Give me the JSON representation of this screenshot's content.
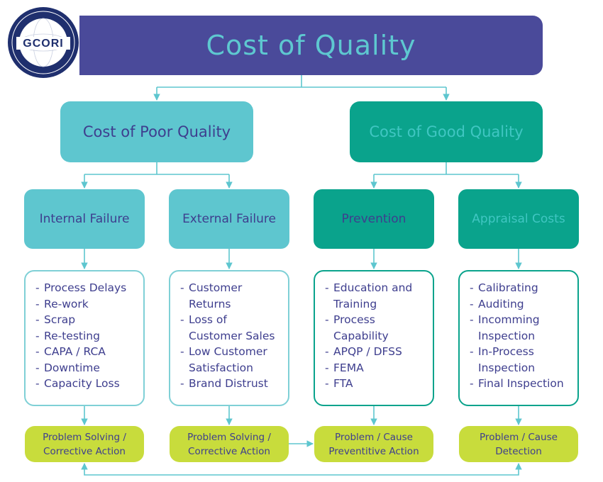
{
  "logo": {
    "text": "GCORI"
  },
  "title": "Cost of Quality",
  "branches": {
    "poor": "Cost of Poor Quality",
    "good": "Cost of Good Quality"
  },
  "categories": [
    {
      "title": "Internal Failure",
      "items": [
        "Process Delays",
        "Re-work",
        "Scrap",
        "Re-testing",
        "CAPA / RCA",
        "Downtime",
        "Capacity Loss"
      ],
      "action": "Problem Solving / Corrective Action"
    },
    {
      "title": "External Failure",
      "items": [
        "Customer Returns",
        "Loss of Customer Sales",
        "Low Customer Satisfaction",
        "Brand Distrust"
      ],
      "action": "Problem Solving / Corrective Action"
    },
    {
      "title": "Prevention",
      "items": [
        "Education and Training",
        "Process Capability",
        "APQP / DFSS",
        "FEMA",
        "FTA"
      ],
      "action": "Problem / Cause Preventitive Action"
    },
    {
      "title": "Appraisal Costs",
      "items": [
        "Calibrating",
        "Auditing",
        "Incomming Inspection",
        "In-Process Inspection",
        "Final Inspection"
      ],
      "action": "Problem / Cause Detection"
    }
  ],
  "colors": {
    "navy": "#4a4a9a",
    "cyan": "#5ec6cf",
    "teal": "#0aa38c",
    "lime": "#c8dc3c",
    "text": "#3e3e8e",
    "connector": "#5ec6cf"
  }
}
